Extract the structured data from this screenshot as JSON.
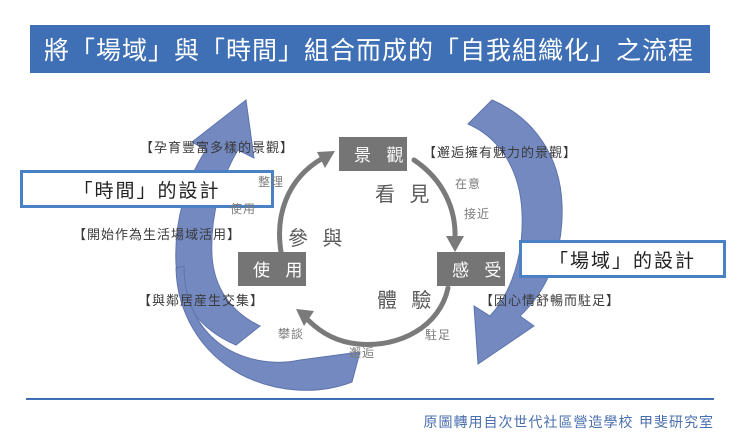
{
  "title": {
    "text": "將「場域」與「時間」組合而成的「自我組織化」之流程"
  },
  "colors": {
    "title_bar": "#3f6fb5",
    "blue_arrow": "#7389c0",
    "node_box": "#757575",
    "design_box_border": "#4a81c4",
    "gray_arc": "#7a7a7a",
    "footer_text": "#4a6fae"
  },
  "nodes": {
    "keikan": "景 觀",
    "kanju": "感 受",
    "shiyo": "使 用"
  },
  "design_boxes": {
    "time": "「時間」的設計",
    "place": "「場域」的設計"
  },
  "verbs": {
    "kanjian": "看 見",
    "tiyan": "體 驗",
    "canyu": "參 與"
  },
  "small_labels": {
    "zhengli": "整理",
    "shiyong": "使用",
    "zaiyi": "在意",
    "jiejin": "接近",
    "zhuzu": "駐足",
    "xiehou": "邂逅",
    "pantan": "攀談"
  },
  "bracket_texts": {
    "top_left": "【孕育豐富多樣的景觀】",
    "top_right": "【邂逅擁有魅力的景觀】",
    "mid_left": "【開始作為生活場域活用】",
    "bottom_left": "【與鄰居産生交集】",
    "bottom_right": "【因心情舒暢而駐足】"
  },
  "footer": {
    "credit": "原圖轉用自次世代社區營造學校 甲斐研究室"
  }
}
